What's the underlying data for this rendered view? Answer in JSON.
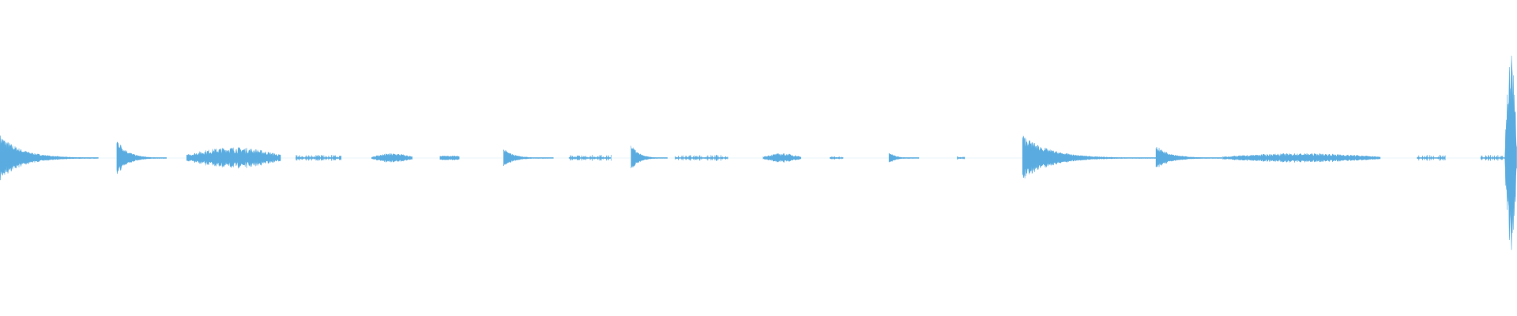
{
  "colors": {
    "background": "#ffffff",
    "waveform": "#5aace0"
  },
  "chart_data": {
    "type": "area",
    "subtype": "audio-waveform",
    "title": "",
    "xlabel": "",
    "ylabel": "",
    "grid": false,
    "legend": "none",
    "x_range": [
      0,
      100
    ],
    "y_range": [
      -1,
      1
    ],
    "events": [
      {
        "start": 0.0,
        "end": 6.5,
        "peak": 0.15,
        "decay": 0.75,
        "shape": "decay"
      },
      {
        "start": 7.7,
        "end": 11.0,
        "peak": 0.13,
        "decay": 0.8,
        "shape": "decay"
      },
      {
        "start": 12.3,
        "end": 18.5,
        "peak": 0.07,
        "decay": 0.4,
        "shape": "burst"
      },
      {
        "start": 16.4,
        "end": 16.9,
        "peak": 0.05,
        "decay": 0.7,
        "shape": "decay"
      },
      {
        "start": 19.5,
        "end": 22.5,
        "peak": 0.02,
        "decay": 0.5,
        "shape": "sparse"
      },
      {
        "start": 24.5,
        "end": 27.2,
        "peak": 0.03,
        "decay": 0.6,
        "shape": "burst"
      },
      {
        "start": 29.0,
        "end": 30.3,
        "peak": 0.02,
        "decay": 0.5,
        "shape": "flat"
      },
      {
        "start": 33.2,
        "end": 36.5,
        "peak": 0.06,
        "decay": 0.8,
        "shape": "decay"
      },
      {
        "start": 37.5,
        "end": 40.3,
        "peak": 0.02,
        "decay": 0.5,
        "shape": "sparse"
      },
      {
        "start": 41.6,
        "end": 44.0,
        "peak": 0.09,
        "decay": 0.8,
        "shape": "decay"
      },
      {
        "start": 44.5,
        "end": 48.0,
        "peak": 0.02,
        "decay": 0.5,
        "shape": "sparse"
      },
      {
        "start": 50.3,
        "end": 52.8,
        "peak": 0.03,
        "decay": 0.6,
        "shape": "burst"
      },
      {
        "start": 54.7,
        "end": 55.6,
        "peak": 0.01,
        "decay": 0.5,
        "shape": "sparse"
      },
      {
        "start": 58.6,
        "end": 60.6,
        "peak": 0.04,
        "decay": 0.8,
        "shape": "decay"
      },
      {
        "start": 63.1,
        "end": 63.6,
        "peak": 0.01,
        "decay": 0.5,
        "shape": "sparse"
      },
      {
        "start": 67.4,
        "end": 76.5,
        "peak": 0.15,
        "decay": 0.85,
        "shape": "decay"
      },
      {
        "start": 76.2,
        "end": 80.6,
        "peak": 0.08,
        "decay": 0.75,
        "shape": "decay"
      },
      {
        "start": 80.6,
        "end": 91.0,
        "peak": 0.03,
        "decay": 0.4,
        "shape": "burst"
      },
      {
        "start": 93.4,
        "end": 95.3,
        "peak": 0.02,
        "decay": 0.5,
        "shape": "sparse"
      },
      {
        "start": 97.6,
        "end": 99.2,
        "peak": 0.02,
        "decay": 0.5,
        "shape": "sparse"
      },
      {
        "start": 99.2,
        "end": 100.0,
        "peak": 0.66,
        "decay": 0.3,
        "shape": "swell"
      }
    ]
  }
}
